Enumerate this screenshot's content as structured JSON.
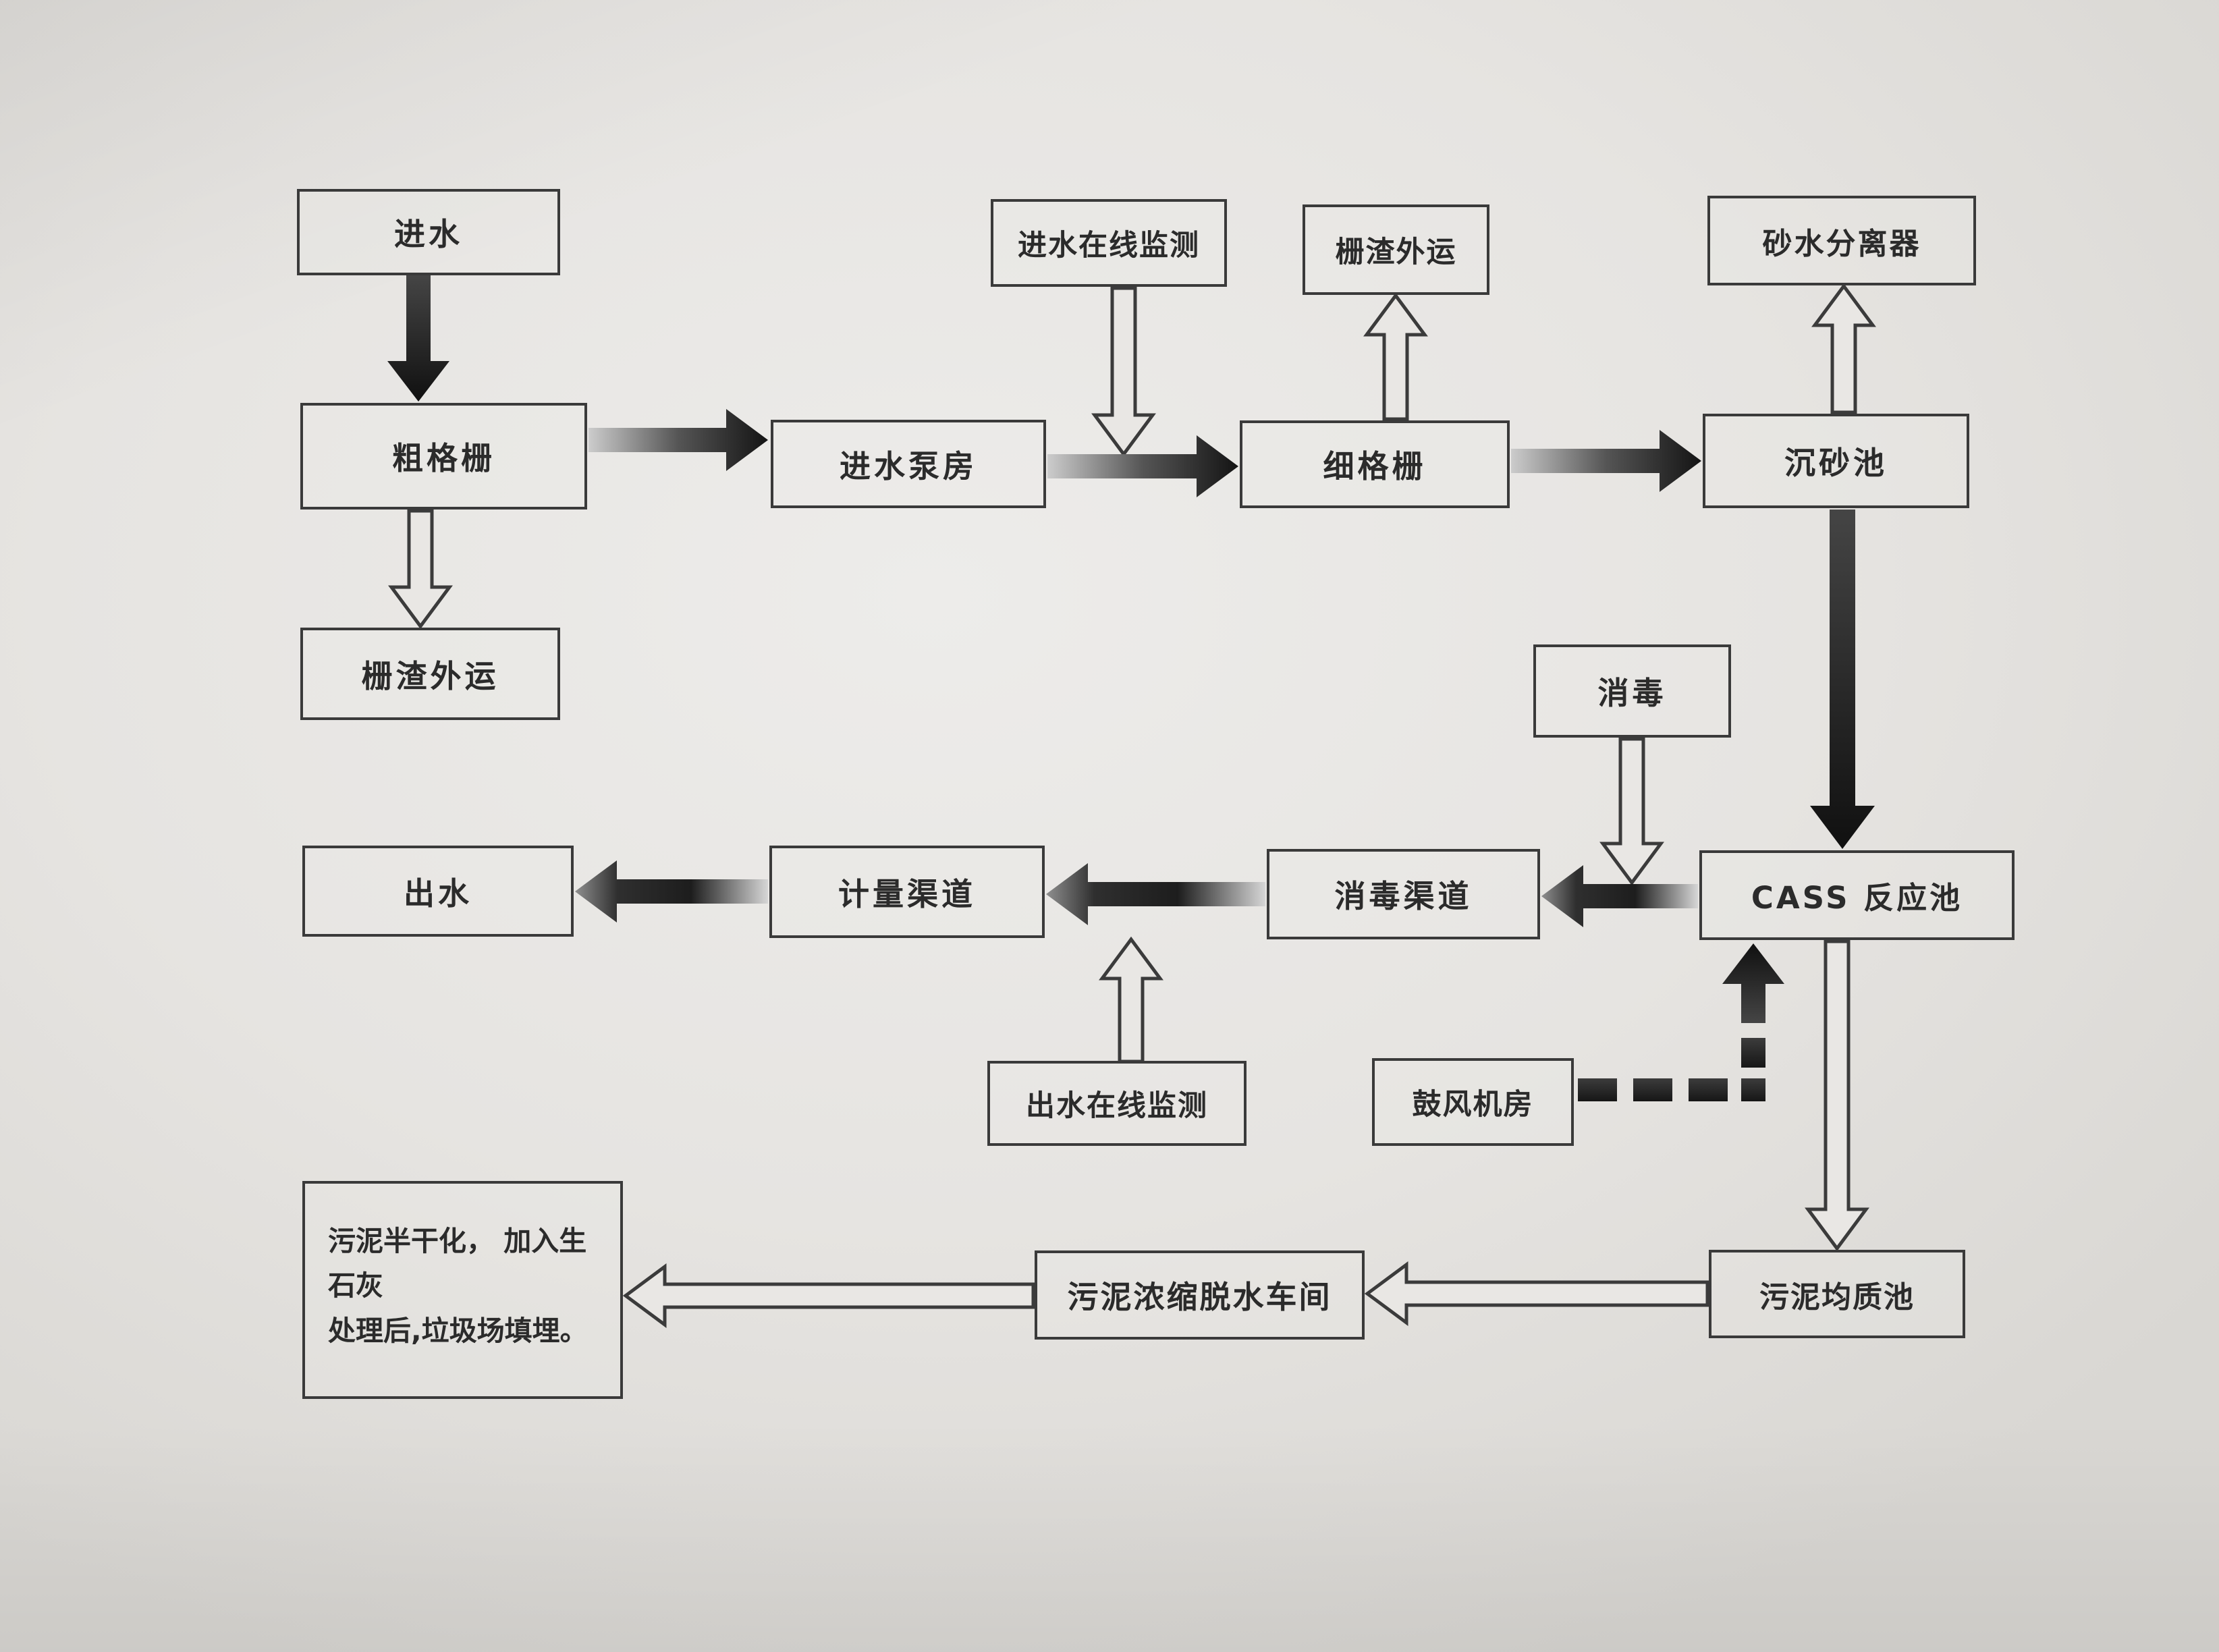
{
  "diagram": {
    "type": "process-flowchart",
    "subject": "wastewater treatment plant process flow (printed page, photographed)",
    "colors": {
      "paper": "#e6e4e1",
      "ink": "#2b2b2b",
      "arrow_dark": "#141414",
      "arrow_light": "#d6d6d6"
    },
    "nodes": {
      "jinshui": {
        "label": "进水"
      },
      "cugeshan": {
        "label": "粗格栅"
      },
      "zhazha_left": {
        "label": "栅渣外运"
      },
      "jinshui_jiance": {
        "label": "进水在线监测"
      },
      "jinshui_bengfang": {
        "label": "进水泵房"
      },
      "zhazha_top": {
        "label": "栅渣外运"
      },
      "xigeshan": {
        "label": "细格栅"
      },
      "shashui": {
        "label": "砂水分离器"
      },
      "chenshachi": {
        "label": "沉砂池"
      },
      "xiaodu": {
        "label": "消毒"
      },
      "cass": {
        "label": "CASS 反应池"
      },
      "xiaodu_qudao": {
        "label": "消毒渠道"
      },
      "jiliang_qudao": {
        "label": "计量渠道"
      },
      "chushui": {
        "label": "出水"
      },
      "chushui_jiance": {
        "label": "出水在线监测"
      },
      "gufengjifang": {
        "label": "鼓风机房"
      },
      "wuni_junzhichi": {
        "label": "污泥均质池"
      },
      "wuni_nongsuo": {
        "label": "污泥浓缩脱水车间"
      },
      "wuni_note": {
        "label": "污泥半干化， 加入生石灰\n处理后,垃圾场填埋。"
      }
    },
    "edges": [
      "进水 → 粗格栅",
      "粗格栅 → 进水泵房",
      "粗格栅 → 栅渣外运",
      "进水在线监测 → 进水泵房/细格栅管线",
      "进水泵房 → 细格栅",
      "细格栅 → 栅渣外运",
      "细格栅 → 沉砂池",
      "沉砂池 → 砂水分离器",
      "沉砂池 → CASS 反应池",
      "消毒 → 消毒渠道管线",
      "CASS 反应池 → 消毒渠道",
      "消毒渠道 → 计量渠道",
      "计量渠道 → 出水",
      "出水在线监测 → 计量渠道",
      "鼓风机房 → CASS 反应池",
      "CASS 反应池 → 污泥均质池",
      "污泥均质池 → 污泥浓缩脱水车间",
      "污泥浓缩脱水车间 → 污泥半干化处理说明"
    ]
  }
}
